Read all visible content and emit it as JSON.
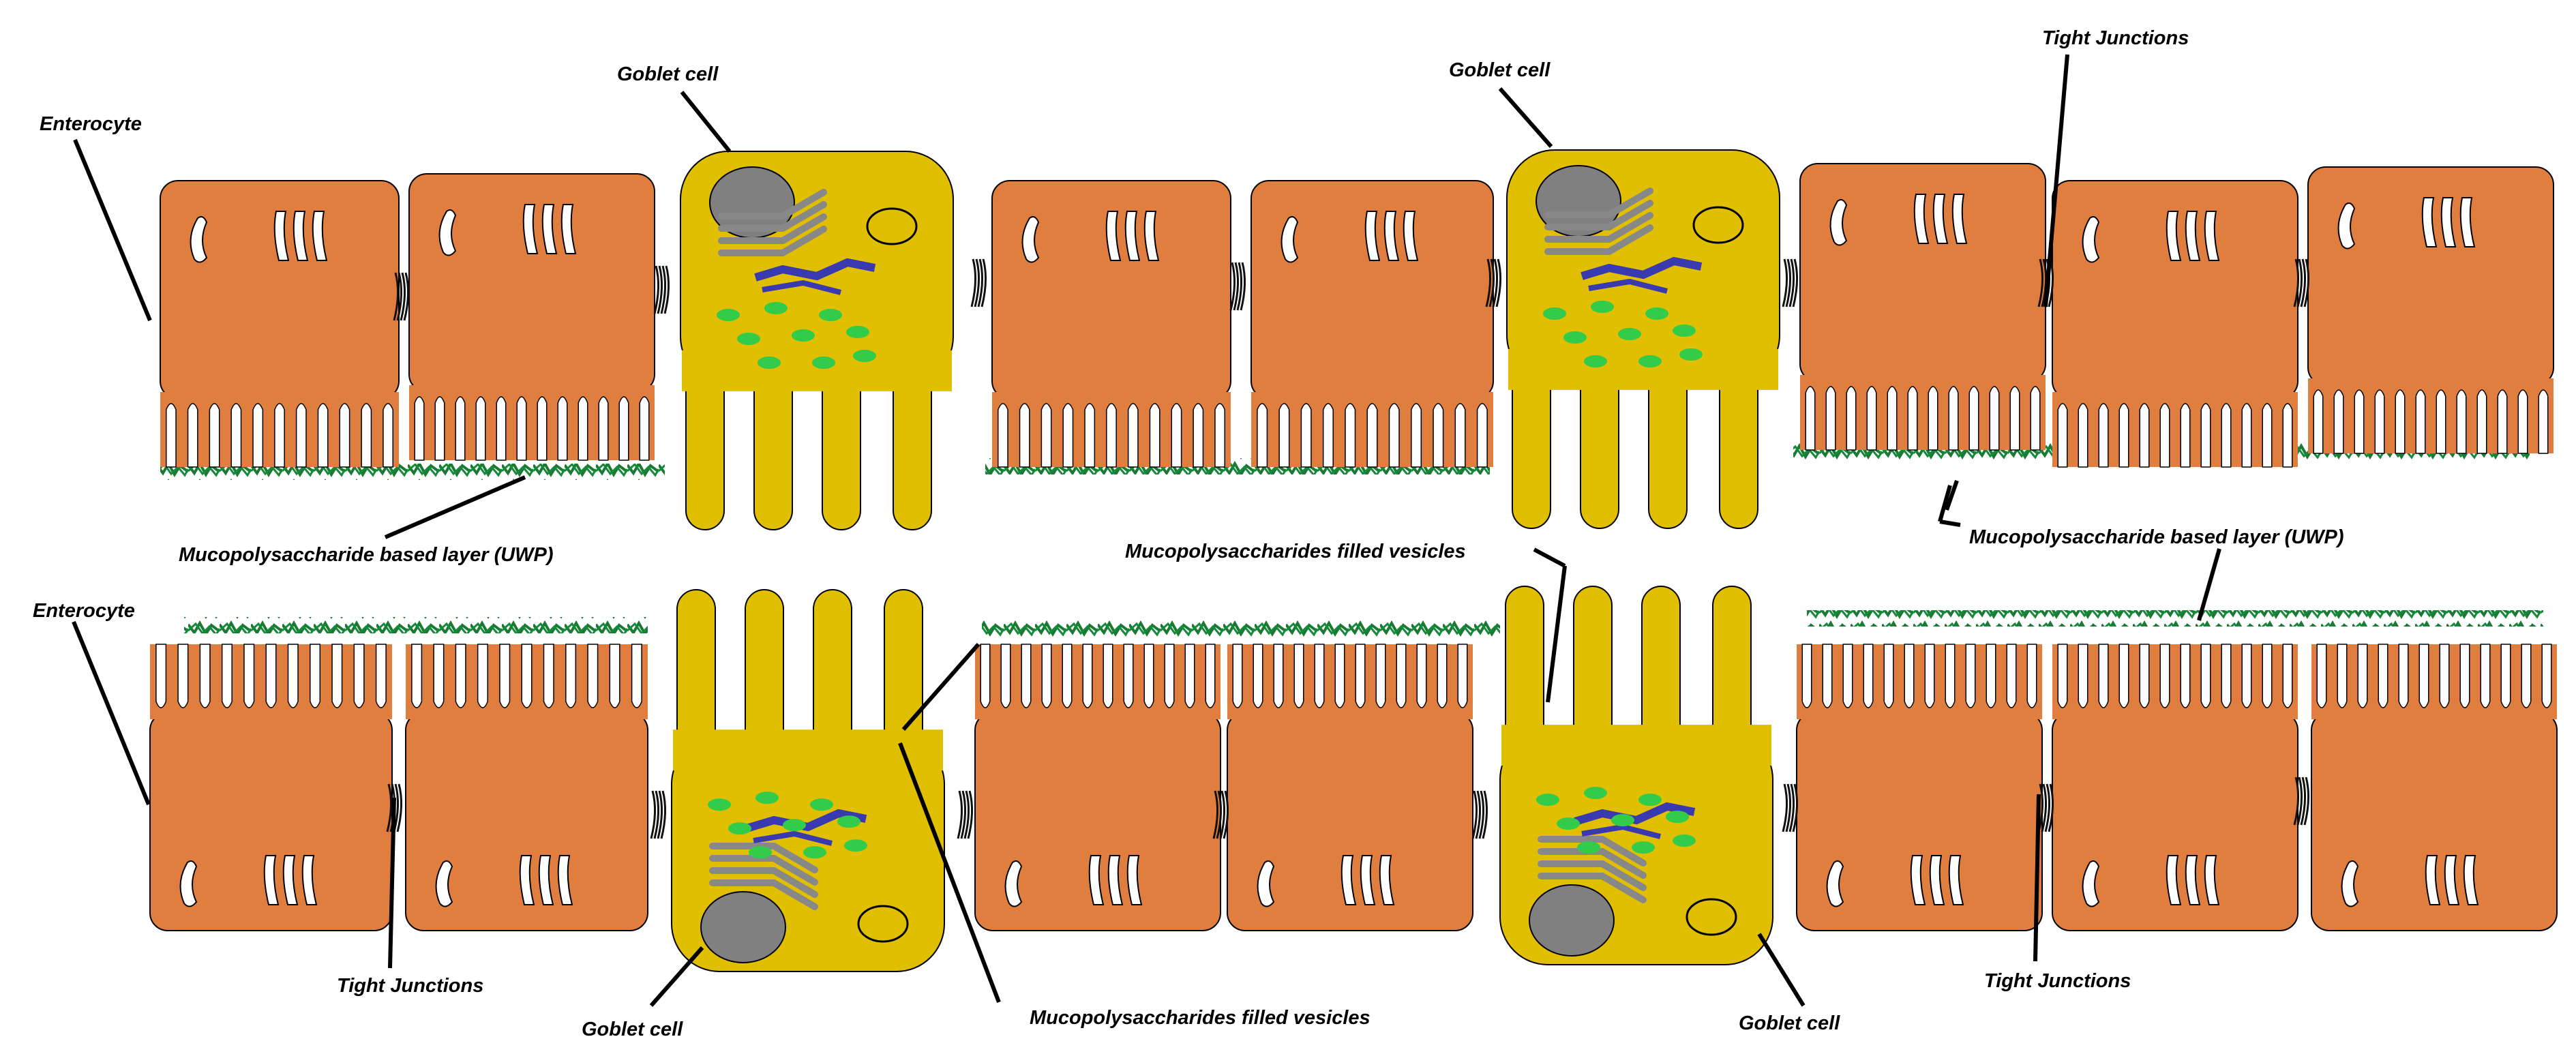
{
  "labels": {
    "enterocyte_top": "Enterocyte",
    "enterocyte_bottom": "Enterocyte",
    "goblet_top_left": "Goblet cell",
    "goblet_top_right": "Goblet cell",
    "goblet_bottom_left": "Goblet cell",
    "goblet_bottom_right": "Goblet cell",
    "tight_junctions_top": "Tight Junctions",
    "tight_junctions_bottom_left": "Tight Junctions",
    "tight_junctions_bottom_right": "Tight Junctions",
    "muco_layer_left": "Mucopolysaccharide based layer (UWP)",
    "muco_layer_right": "Mucopolysaccharide based layer (UWP)",
    "vesicles_top": "Mucopolysaccharides filled vesicles",
    "vesicles_bottom": "Mucopolysaccharides filled vesicles"
  },
  "colors": {
    "enterocyte": "#e07e40",
    "goblet": "#e0be00",
    "mucus_layer": "#1a7a33",
    "vesicle": "#33cc4a",
    "nucleus": "#808080",
    "golgi": "#888888",
    "er": "#3a3ab0",
    "outline": "#000000"
  }
}
